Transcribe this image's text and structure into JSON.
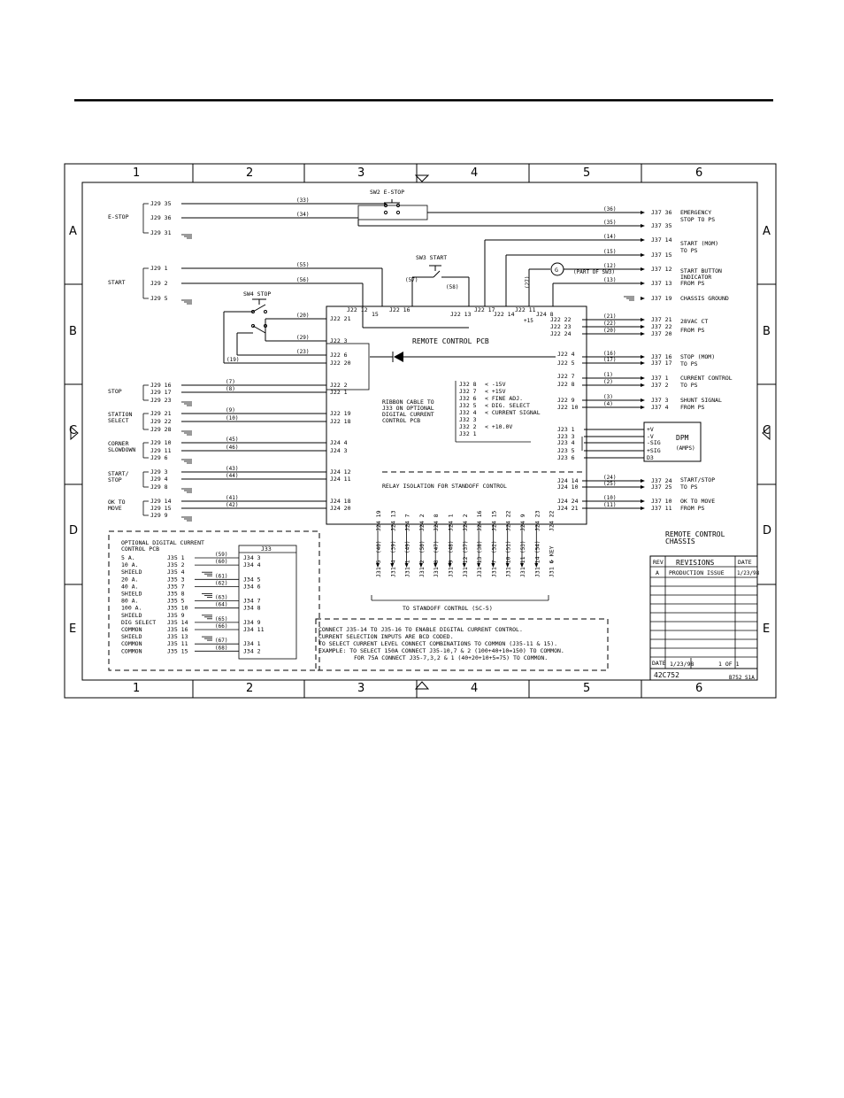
{
  "zones": {
    "cols": [
      "1",
      "2",
      "3",
      "4",
      "5",
      "6"
    ],
    "rows": [
      "A",
      "B",
      "C",
      "D",
      "E"
    ]
  },
  "left_inputs": [
    {
      "group": "E-STOP",
      "pins": [
        "J29 35",
        "J29 36",
        "J29 31"
      ]
    },
    {
      "group": "START",
      "pins": [
        "J29 1",
        "J29 2",
        "J29 5"
      ]
    },
    {
      "group": "STOP",
      "pins": [
        "J29 16",
        "J29 17",
        "J29 23"
      ]
    },
    {
      "group": "STATION\nSELECT",
      "pins": [
        "J29 21",
        "J29 22",
        "J29 28"
      ]
    },
    {
      "group": "CORNER\nSLOWDOWN",
      "pins": [
        "J29 10",
        "J29 11",
        "J29 6"
      ]
    },
    {
      "group": "START/\nSTOP",
      "pins": [
        "J29 3",
        "J29 4",
        "J29 8"
      ]
    },
    {
      "group": "OK TO\nMOVE",
      "pins": [
        "J29 14",
        "J29 15",
        "J29 9"
      ]
    }
  ],
  "left_wires": [
    {
      "num": "(33)",
      "pcb": ""
    },
    {
      "num": "(34)",
      "pcb": ""
    },
    {
      "num": "(55)",
      "pcb": ""
    },
    {
      "num": "(56)",
      "pcb": ""
    },
    {
      "num": "(7)",
      "pcb": "J22 2"
    },
    {
      "num": "(8)",
      "pcb": "J22 1"
    },
    {
      "num": "(9)",
      "pcb": "J22 19"
    },
    {
      "num": "(10)",
      "pcb": "J22 18"
    },
    {
      "num": "(45)",
      "pcb": "J24 4"
    },
    {
      "num": "(46)",
      "pcb": "J24 3"
    },
    {
      "num": "(43)",
      "pcb": "J24 12"
    },
    {
      "num": "(44)",
      "pcb": "J24 11"
    },
    {
      "num": "(41)",
      "pcb": "J24 18"
    },
    {
      "num": "(42)",
      "pcb": "J24 20"
    }
  ],
  "right_outputs": [
    {
      "num": "(36)",
      "pin": "J37 36",
      "label": "EMERGENCY"
    },
    {
      "num": "(35)",
      "pin": "J37 35",
      "label": "STOP TO PS"
    },
    {
      "num": "(14)",
      "pin": "J37 14",
      "label": "START (MOM)"
    },
    {
      "num": "(15)",
      "pin": "J37 15",
      "label": "TO PS"
    },
    {
      "num": "(12)",
      "pin": "J37 12",
      "label": "START BUTTON"
    },
    {
      "num": "(13)",
      "pin": "J37 13",
      "label": "INDICATOR"
    },
    {
      "num": "",
      "pin": "J37 19",
      "label": "FROM PS"
    },
    {
      "num": "(21)",
      "pin": "J37 21",
      "label": "CHASSIS GROUND"
    },
    {
      "num": "(22)",
      "pin": "J37 22",
      "label": "28VAC CT"
    },
    {
      "num": "(20)",
      "pin": "J37 20",
      "label": "FROM PS"
    },
    {
      "num": "(16)",
      "pin": "J37 16",
      "label": "STOP (MOM)"
    },
    {
      "num": "(17)",
      "pin": "J37 17",
      "label": "TO PS"
    },
    {
      "num": "(1)",
      "pin": "J37 1",
      "label": "CURRENT CONTROL"
    },
    {
      "num": "(2)",
      "pin": "J37 2",
      "label": "TO PS"
    },
    {
      "num": "(3)",
      "pin": "J37 3",
      "label": "SHUNT SIGNAL"
    },
    {
      "num": "(4)",
      "pin": "J37 4",
      "label": "FROM PS"
    },
    {
      "num": "(24)",
      "pin": "J37 24",
      "label": "START/STOP"
    },
    {
      "num": "(25)",
      "pin": "J37 25",
      "label": "TO PS"
    },
    {
      "num": "(10)",
      "pin": "J37 10",
      "label": "OK TO MOVE"
    },
    {
      "num": "(11)",
      "pin": "J37 11",
      "label": "FROM PS"
    }
  ],
  "pcb_right_pins": [
    "J22 22",
    "J22 23",
    "J22 24",
    "J22 4",
    "J22 5",
    "J22 7",
    "J22 8",
    "J22 9",
    "J22 10",
    "J24 14",
    "J24 10",
    "J24 24",
    "J24 21"
  ],
  "pcb_left_pins": [
    "J22 21",
    "J22 3",
    "J22 6",
    "J22 20"
  ],
  "pcb_top_pins": [
    "J22 12",
    "J22 15",
    "J22 16",
    "J22 13",
    "J22 17",
    "J22 14",
    "J22 11",
    "J24 8",
    "+15"
  ],
  "pcb_title": "REMOTE CONTROL PCB",
  "relay_title": "RELAY ISOLATION FOR STANDOFF CONTROL",
  "switches": {
    "estop": "SW2 E-STOP",
    "start": "SW3 START",
    "stop": "SW4 STOP",
    "start_wires": [
      "(57)",
      "(58)"
    ],
    "stop_wires": [
      "(20)",
      "(29)",
      "(23)",
      "(19)"
    ],
    "misc_wires": [
      "(27)"
    ]
  },
  "indicator": {
    "label": "G",
    "note": "(PART OF SW3)"
  },
  "ribbon": {
    "note": [
      "RIBBON CABLE TO",
      "J33 ON OPTIONAL",
      "DIGITAL CURRENT",
      "CONTROL PCB"
    ],
    "pins": [
      {
        "pin": "J32 8",
        "sig": "-15V"
      },
      {
        "pin": "J32 7",
        "sig": "+15V"
      },
      {
        "pin": "J32 6",
        "sig": "FINE ADJ."
      },
      {
        "pin": "J32 5",
        "sig": "DIG. SELECT"
      },
      {
        "pin": "J32 4",
        "sig": "CURRENT SIGNAL"
      },
      {
        "pin": "J32 3",
        "sig": ""
      },
      {
        "pin": "J32 2",
        "sig": "+10.0V"
      },
      {
        "pin": "J32 1",
        "sig": ""
      }
    ]
  },
  "dpm": {
    "title": "DPM",
    "sub": "(AMPS)",
    "pins": [
      {
        "pcb": "J23 1",
        "sig": "+V"
      },
      {
        "pcb": "J23 3",
        "sig": "-V"
      },
      {
        "pcb": "J23 4",
        "sig": "-SIG"
      },
      {
        "pcb": "J23 5",
        "sig": "+SIG"
      },
      {
        "pcb": "J23 6",
        "sig": "D3"
      }
    ]
  },
  "standoff": {
    "top_pins": [
      "J24 19",
      "J24 13",
      "J24 7",
      "J24 2",
      "J24 8",
      "J24 1",
      "J24 2",
      "J24 16",
      "J24 15",
      "J24 22",
      "J24 9",
      "J24 23",
      "J24 22"
    ],
    "wires": [
      "(40)",
      "(39)",
      "(49)",
      "(50)",
      "(47)",
      "(48)",
      "(37)",
      "(38)",
      "(52)",
      "(51)",
      "(53)",
      "(54)"
    ],
    "bottom_pins": [
      "J31 5",
      "J31 4",
      "J31 1",
      "J31 2",
      "J31 8",
      "J31 9",
      "J31 12",
      "J31 13",
      "J31 7",
      "J31 10",
      "J31 11",
      "J31 14",
      "J31 6"
    ],
    "key": "> KEY",
    "caption": "TO STANDOFF CONTROL (SC-5)"
  },
  "optional": {
    "title": [
      "OPTIONAL DIGITAL CURRENT",
      "CONTROL PCB"
    ],
    "header": "J33",
    "rows": [
      {
        "label": "5 A.",
        "j35": "J35 1",
        "wire": "(59)",
        "j34": "J34 3"
      },
      {
        "label": "10 A.",
        "j35": "J35 2",
        "wire": "(60)",
        "j34": "J34 4"
      },
      {
        "label": "SHIELD",
        "j35": "J35 4",
        "wire": "",
        "j34": ""
      },
      {
        "label": "20 A.",
        "j35": "J35 3",
        "wire": "(61)",
        "j34": "J34 5"
      },
      {
        "label": "40 A.",
        "j35": "J35 7",
        "wire": "(62)",
        "j34": "J34 6"
      },
      {
        "label": "SHIELD",
        "j35": "J35 8",
        "wire": "",
        "j34": ""
      },
      {
        "label": "80 A.",
        "j35": "J35 5",
        "wire": "(63)",
        "j34": "J34 7"
      },
      {
        "label": "100 A.",
        "j35": "J35 10",
        "wire": "(64)",
        "j34": "J34 8"
      },
      {
        "label": "SHIELD",
        "j35": "J35 9",
        "wire": "",
        "j34": ""
      },
      {
        "label": "DIG SELECT",
        "j35": "J35 14",
        "wire": "(65)",
        "j34": "J34 9"
      },
      {
        "label": "COMMON",
        "j35": "J35 16",
        "wire": "(66)",
        "j34": "J34 11"
      },
      {
        "label": "SHIELD",
        "j35": "J35 13",
        "wire": "",
        "j34": ""
      },
      {
        "label": "COMMON",
        "j35": "J35 11",
        "wire": "(67)",
        "j34": "J34 1"
      },
      {
        "label": "COMMON",
        "j35": "J35 15",
        "wire": "(68)",
        "j34": "J34 2"
      }
    ]
  },
  "notes": [
    "CONNECT J35-14 TO J35-16 TO ENABLE DIGITAL CURRENT CONTROL.",
    "CURRENT SELECTION INPUTS ARE BCD CODED.",
    "TO SELECT CURRENT LEVEL CONNECT COMBINATIONS TO COMMON (J35-11 & 15).",
    "EXAMPLE: TO SELECT 150A CONNECT J35-10,7 & 2 (100+40+10=150) TO COMMON.",
    "FOR 75A CONNECT J35-7,3,2 & 1 (40+20+10+5=75) TO COMMON."
  ],
  "title_block": {
    "title": [
      "REMOTE CONTROL",
      "CHASSIS"
    ],
    "rev_header": "REV",
    "revisions_header": "REVISIONS",
    "date_header": "DATE",
    "rev": "A",
    "rev_desc": "PRODUCTION ISSUE",
    "rev_date": "1/23/98",
    "date_label": "DATE",
    "date": "1/23/98",
    "sheet": "1 OF 1",
    "dwg_no": "42C752",
    "file": "B752_S1A"
  }
}
